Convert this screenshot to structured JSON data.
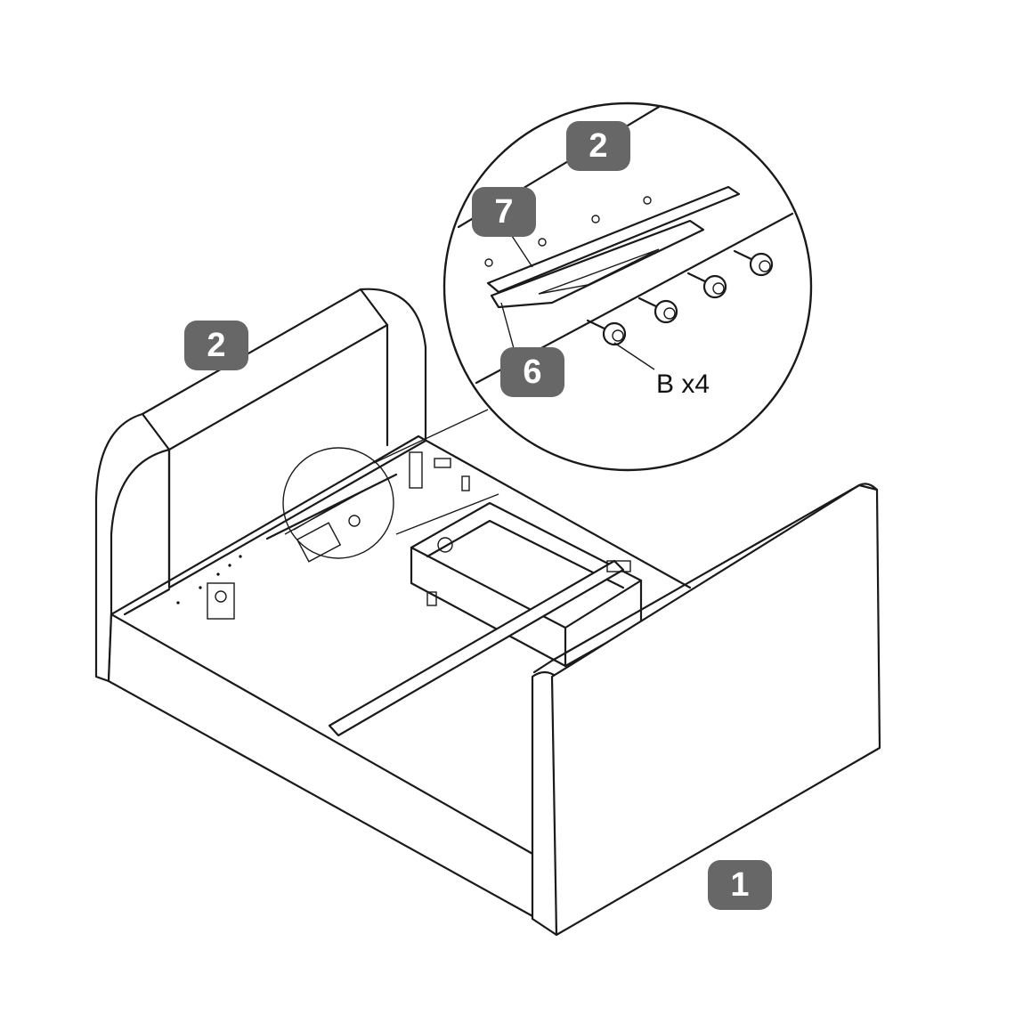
{
  "callouts": {
    "headboard_part": "2",
    "detail_headboard_part": "2",
    "detail_rail_part": "7",
    "detail_bracket_part": "6",
    "footboard_part": "1"
  },
  "hardware": {
    "label": "B x4"
  },
  "colors": {
    "badge": "#676767",
    "line": "#1a1a1a"
  }
}
